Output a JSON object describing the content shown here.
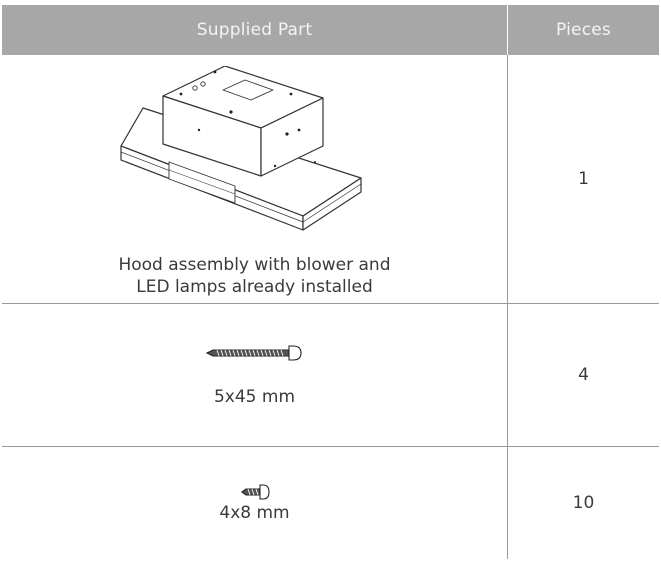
{
  "table": {
    "headers": {
      "part": "Supplied Part",
      "pieces": "Pieces"
    },
    "rows": [
      {
        "part_line1": "Hood assembly with blower and",
        "part_line2": "LED lamps already installed",
        "pieces": "1",
        "icon": "hood-assembly-illustration"
      },
      {
        "part": "5x45 mm",
        "pieces": "4",
        "icon": "long-screw-illustration"
      },
      {
        "part": "4x8 mm",
        "pieces": "10",
        "icon": "short-screw-illustration"
      }
    ]
  }
}
